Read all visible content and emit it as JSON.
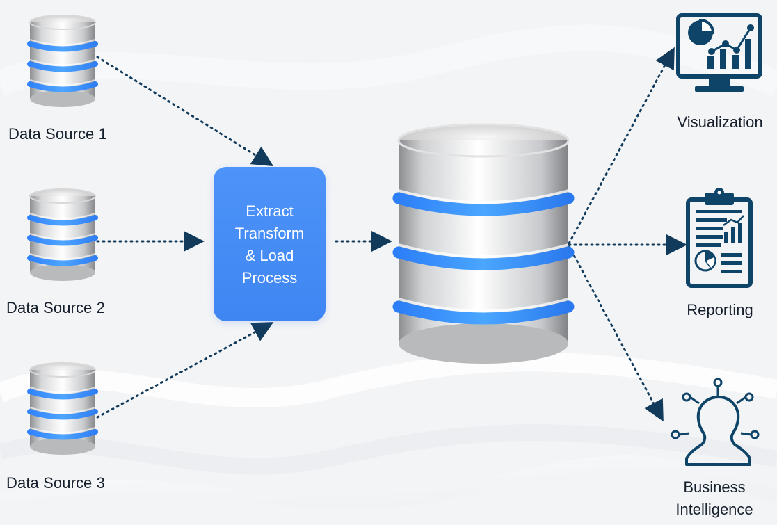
{
  "diagram": {
    "sources": [
      {
        "label": "Data Source 1"
      },
      {
        "label": "Data Source 2"
      },
      {
        "label": "Data Source 3"
      }
    ],
    "process": {
      "lines": [
        "Extract",
        "Transform",
        "& Load",
        "Process"
      ]
    },
    "outputs": [
      {
        "label": "Visualization"
      },
      {
        "label": "Reporting"
      },
      {
        "label_lines": [
          "Business",
          "Intelligence"
        ]
      }
    ]
  },
  "colors": {
    "accent_blue": "#3f86f3",
    "arrow_navy": "#123b5b",
    "icon_navy": "#0f4469",
    "text_dark": "#16202c"
  },
  "icons": {
    "database": "database-icon",
    "visualization": "monitor-analytics-icon",
    "reporting": "clipboard-report-icon",
    "business_intelligence": "brain-network-icon"
  }
}
